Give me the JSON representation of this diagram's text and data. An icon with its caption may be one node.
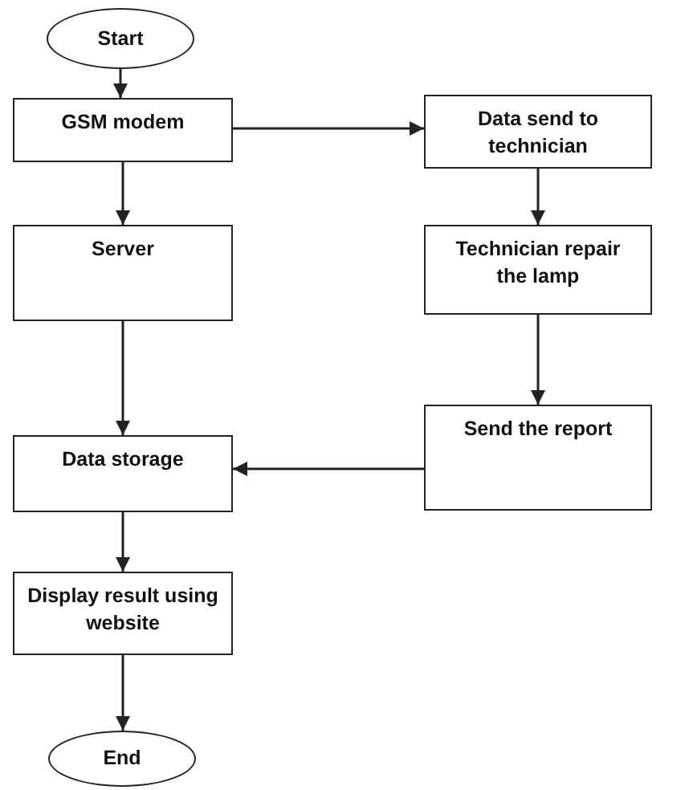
{
  "diagram": {
    "nodes": [
      {
        "text": [
          "Start"
        ]
      },
      {
        "text": [
          "GSM modem"
        ]
      },
      {
        "text": [
          "Data send to technician"
        ]
      },
      {
        "text": [
          "Server"
        ]
      },
      {
        "text": [
          "Technician repair the lamp"
        ]
      },
      {
        "text": [
          "Data storage"
        ]
      },
      {
        "text": [
          "Send the report"
        ]
      },
      {
        "text": [
          "Display result using website"
        ]
      },
      {
        "text": [
          "End"
        ]
      }
    ],
    "edges": [
      {
        "from": 0,
        "to": 1,
        "arrow": "to"
      },
      {
        "from": 1,
        "to": 2,
        "arrow": "to"
      },
      {
        "from": 1,
        "to": 3,
        "arrow": "to"
      },
      {
        "from": 2,
        "to": 4,
        "arrow": "to"
      },
      {
        "from": 3,
        "to": 5,
        "arrow": "to"
      },
      {
        "from": 4,
        "to": 6,
        "arrow": "to"
      },
      {
        "from": 6,
        "to": 5,
        "arrow": "to"
      },
      {
        "from": 5,
        "to": 7,
        "arrow": "to"
      },
      {
        "from": 7,
        "to": 8,
        "arrow": "to"
      }
    ]
  }
}
